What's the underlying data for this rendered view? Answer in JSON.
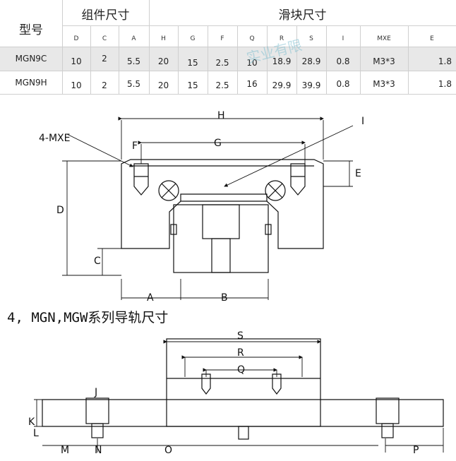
{
  "table": {
    "model_header": "型号",
    "group_header": "组件尺寸",
    "slider_header": "滑块尺寸",
    "columns": [
      "D",
      "C",
      "A",
      "H",
      "G",
      "F",
      "Q",
      "R",
      "S",
      "I",
      "MXE",
      "E"
    ],
    "rows": [
      {
        "model": "MGN9C",
        "values": [
          "10",
          "2",
          "5.5",
          "20",
          "15",
          "2.5",
          "10",
          "18.9",
          "28.9",
          "0.8",
          "M3*3",
          "1.8"
        ]
      },
      {
        "model": "MGN9H",
        "values": [
          "10",
          "2",
          "5.5",
          "20",
          "15",
          "2.5",
          "16",
          "29.9",
          "39.9",
          "0.8",
          "M3*3",
          "1.8"
        ]
      }
    ]
  },
  "watermark": "实业有限",
  "diagram1": {
    "labels": {
      "mxe": "4-MXE",
      "h": "H",
      "f": "F",
      "g": "G",
      "i": "I",
      "e": "E",
      "d": "D",
      "c": "C",
      "a": "A",
      "b": "B"
    }
  },
  "section_title": "4, MGN,MGW系列导轨尺寸",
  "diagram2": {
    "labels": {
      "s": "S",
      "r": "R",
      "q": "Q",
      "j": "J",
      "k": "K",
      "l": "L",
      "m": "M",
      "n": "N",
      "o": "O",
      "p": "P"
    }
  }
}
